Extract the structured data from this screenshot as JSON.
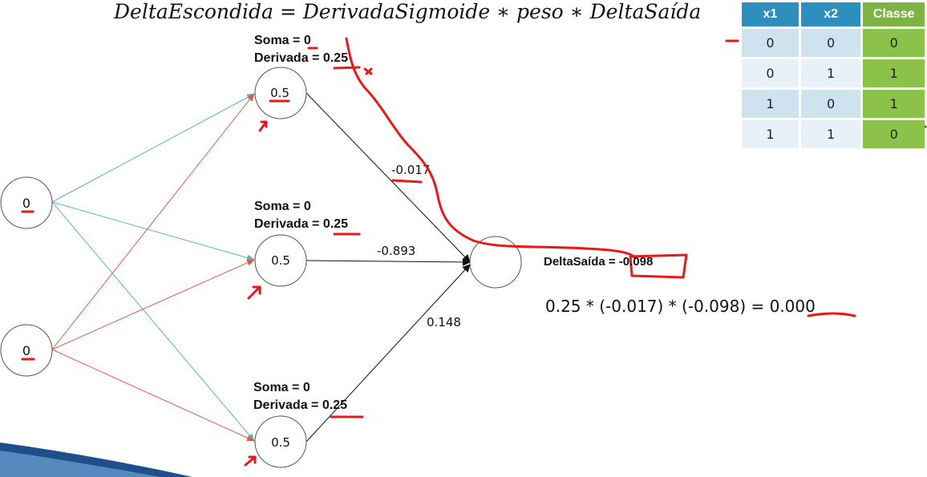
{
  "formula": "DeltaEscondida = DerivadaSigmoide ∗ peso ∗ DeltaSaída",
  "inputs": [
    {
      "value": "0"
    },
    {
      "value": "0"
    }
  ],
  "hidden": [
    {
      "soma_label": "Soma = ",
      "soma": "0",
      "derivada_label": "Derivada = ",
      "derivada": "0.25",
      "activation": "0.5"
    },
    {
      "soma_label": "Soma = ",
      "soma": "0",
      "derivada_label": "Derivada = ",
      "derivada": "0.25",
      "activation": "0.5"
    },
    {
      "soma_label": "Soma = ",
      "soma": "0",
      "derivada_label": "Derivada = ",
      "derivada": "0.25",
      "activation": "0.5"
    }
  ],
  "weights": [
    "-0.017",
    "-0.893",
    "0.148"
  ],
  "output": {
    "label": "DeltaSaída = ",
    "value": "-0.098"
  },
  "calculation": "0.25 * (-0.017) * (-0.098) = 0.000",
  "table": {
    "headers": [
      "x1",
      "x2",
      "Classe"
    ],
    "rows": [
      [
        "0",
        "0",
        "0"
      ],
      [
        "0",
        "1",
        "1"
      ],
      [
        "1",
        "0",
        "1"
      ],
      [
        "1",
        "1",
        "0"
      ]
    ]
  },
  "annotation_color": "#e8181b",
  "blue_edge_color": "#5ab0d0",
  "red_edge_color": "#e05a4e"
}
